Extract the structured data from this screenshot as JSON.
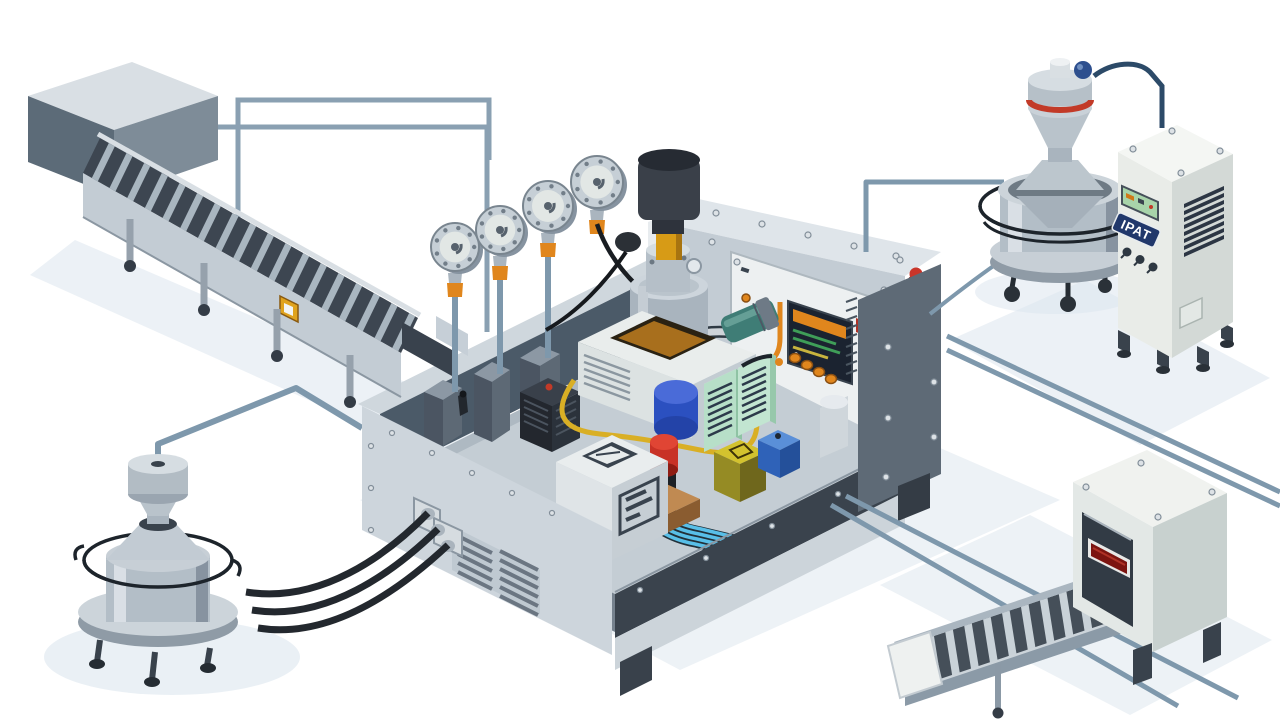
{
  "scene": {
    "description": "Isometric illustration of an automated production line",
    "background": "#ffffff",
    "shadow": "#dce6ee"
  },
  "cabinet": {
    "brand_label": "IPAT",
    "knob_count": 3,
    "vent_slat_count": 8
  },
  "infeed_conveyor": {
    "cleat_count": 18,
    "leg_count": 4
  },
  "outfeed_conveyor": {
    "roller_count": 12
  },
  "gauge_cluster": {
    "gauge_count": 4
  },
  "control_panel": {
    "button_count": 4
  },
  "holding_tank": {
    "hose_count": 3
  },
  "palette": {
    "machine_light": "#cdd5dc",
    "machine_mid": "#aeb9c2",
    "machine_dark": "#5e6a76",
    "interior_wall": "#4b5a68",
    "interior_band": "#3a434d",
    "pipe_steel": "#7e98ac",
    "accent_orange": "#e0861d",
    "accent_yellow": "#d9af25",
    "accent_red": "#c9352a",
    "accent_blue": "#2b50c0",
    "ribbon_cyan": "#58bfe8",
    "mint_green": "#b7dfc8",
    "teal": "#3f7d76",
    "navy_pipe": "#2c4a68",
    "label_navy": "#21386b",
    "display_green": "#a8d4aa",
    "cream": "#e9ece8",
    "belt_dark": "#3d4651"
  }
}
